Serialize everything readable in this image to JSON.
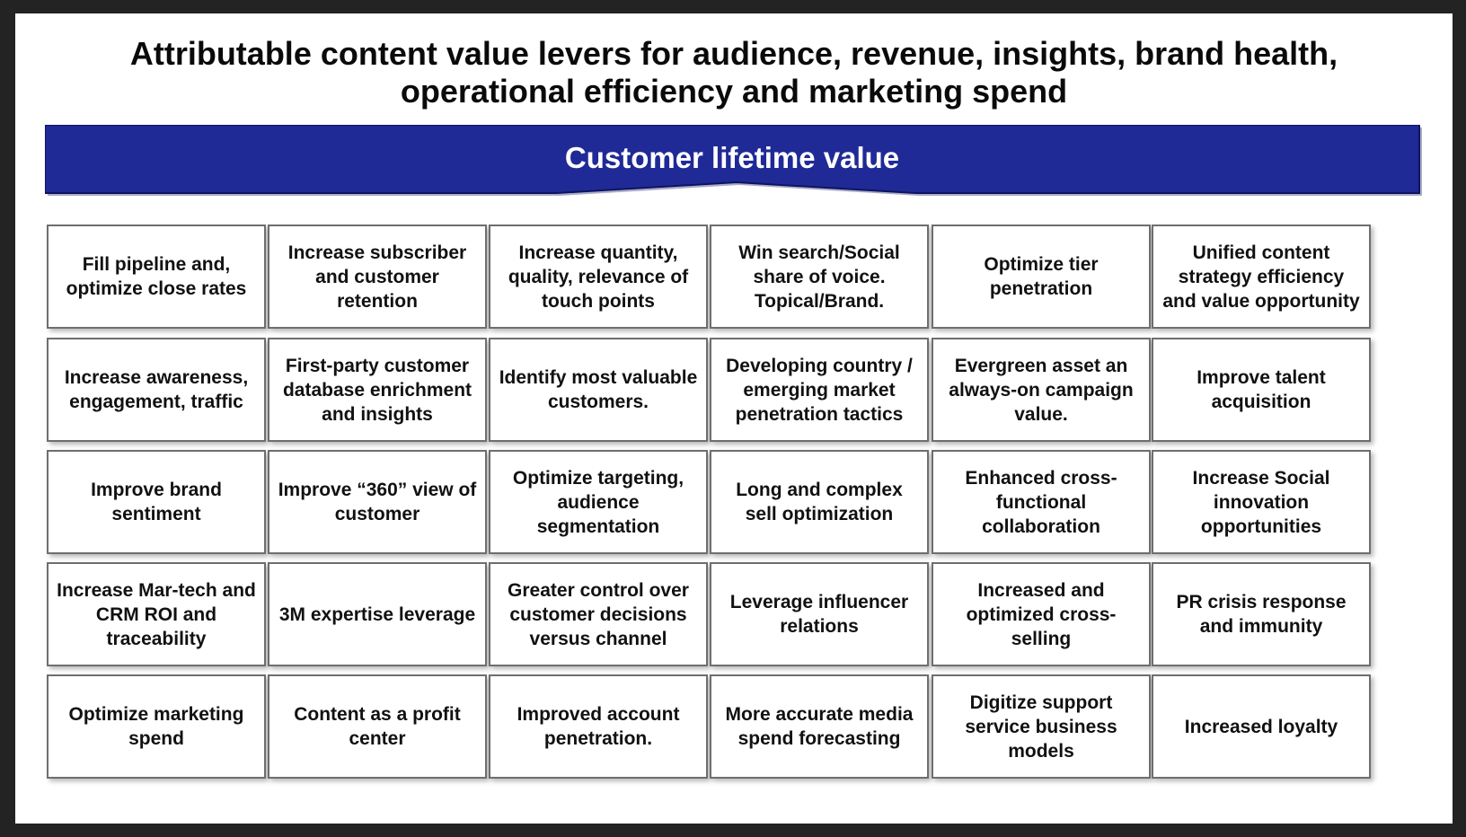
{
  "title": {
    "line1": "Attributable content value levers for audience, revenue, insights, brand health,",
    "line2": "operational efficiency and marketing spend"
  },
  "banner": {
    "label": "Customer lifetime value",
    "color": "#1f2a96"
  },
  "cells": [
    [
      "Fill pipeline and, optimize close rates",
      "Increase subscriber and customer retention",
      "Increase quantity, quality, relevance of touch points",
      "Win search/Social share of voice. Topical/Brand.",
      "Optimize tier penetration",
      "Unified content strategy efficiency and value opportunity"
    ],
    [
      "Increase awareness, engagement, traffic",
      "First-party customer database enrichment and insights",
      "Identify most valuable customers.",
      "Developing country / emerging market penetration tactics",
      "Evergreen asset an always-on campaign value.",
      "Improve talent acquisition"
    ],
    [
      "Improve brand sentiment",
      "Improve “360” view of customer",
      "Optimize targeting, audience segmentation",
      "Long and complex sell optimization",
      "Enhanced cross-functional collaboration",
      "Increase Social innovation opportunities"
    ],
    [
      "Increase Mar-tech and CRM ROI and traceability",
      "3M expertise leverage",
      "Greater control over customer decisions versus channel",
      "Leverage influencer relations",
      "Increased and optimized cross-selling",
      "PR crisis response and immunity"
    ],
    [
      "Optimize marketing spend",
      "Content as a profit center",
      "Improved account penetration.",
      "More accurate media spend forecasting",
      "Digitize support service business models",
      "Increased loyalty"
    ]
  ]
}
